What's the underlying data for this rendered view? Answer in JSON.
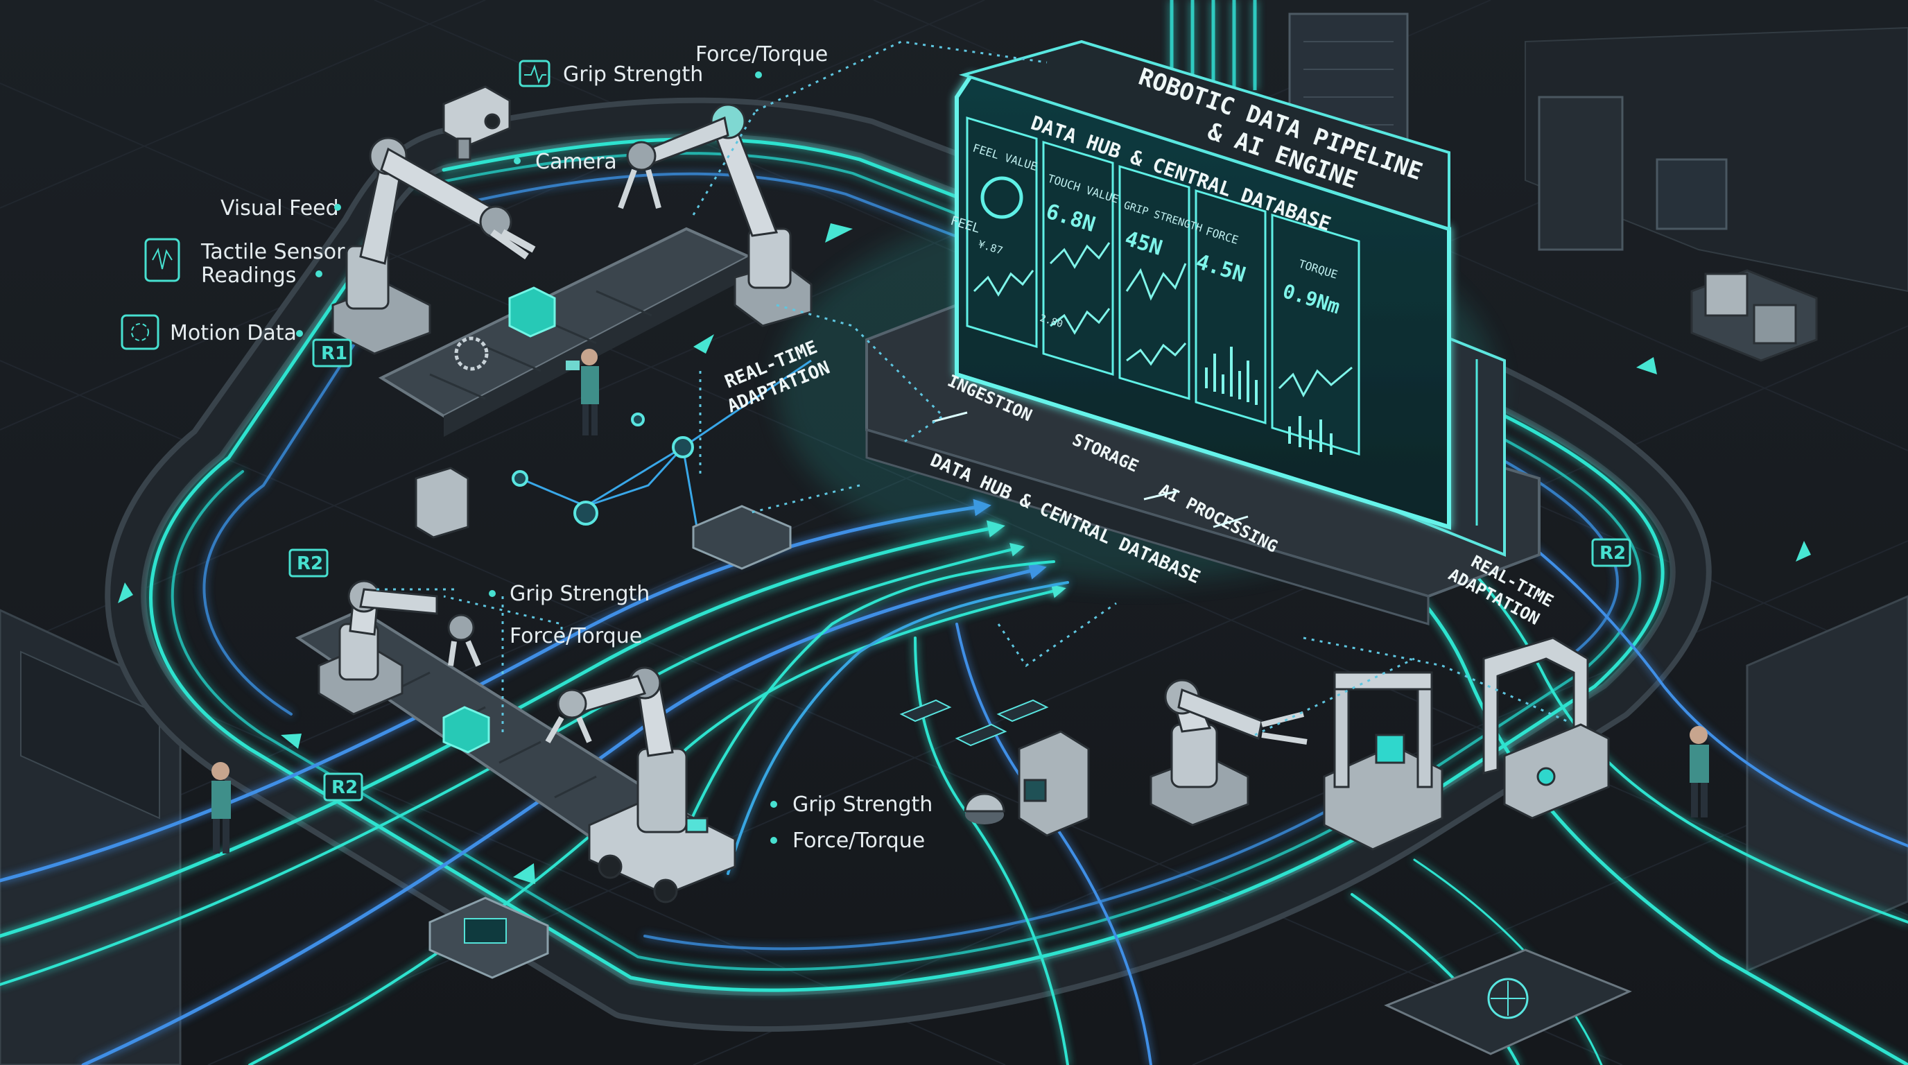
{
  "hub": {
    "title_line1": "ROBOTIC DATA PIPELINE",
    "title_line2": "& AI ENGINE",
    "subtitle": "DATA HUB & CENTRAL DATABASE",
    "base_label": "DATA HUB & CENTRAL DATABASE",
    "stage_ingestion": "INGESTION",
    "stage_storage": "STORAGE",
    "stage_ai": "AI PROCESSING"
  },
  "panels": [
    {
      "title": "FEEL VALUE",
      "value": "FEEL",
      "extra": "¥.87"
    },
    {
      "title": "TOUCH VALUE",
      "value": "6.8N",
      "extra": "2.80"
    },
    {
      "title": "GRIP STRENGTH",
      "value": "45N",
      "extra": ""
    },
    {
      "title": "FORCE",
      "value": "4.5N",
      "extra": ""
    },
    {
      "title": "TORQUE",
      "value": "0.9Nm",
      "extra": ""
    }
  ],
  "labels": {
    "grip_strength_top": "Grip Strength",
    "force_torque_top": "Force/Torque",
    "camera": "Camera",
    "visual_feed": "Visual Feed",
    "tactile_line1": "Tactile Sensor",
    "tactile_line2": "Readings",
    "motion_data": "Motion Data",
    "grip_strength_mid": "Grip Strength",
    "force_torque_mid": "Force/Torque",
    "grip_strength_bot": "Grip Strength",
    "force_torque_bot": "Force/Torque",
    "realtime_left_1": "REAL-TIME",
    "realtime_left_2": "ADAPTATION",
    "realtime_right_1": "REAL-TIME",
    "realtime_right_2": "ADAPTATION"
  },
  "tags": {
    "r1": "R1",
    "r2_left": "R2",
    "r2_bottom": "R2",
    "r2_right": "R2"
  },
  "colors": {
    "background": "#16191d",
    "flow_teal": "#2fe3cf",
    "flow_blue": "#3a8fe0",
    "hub_glow": "#54f0e6",
    "text": "#e6edf0"
  }
}
